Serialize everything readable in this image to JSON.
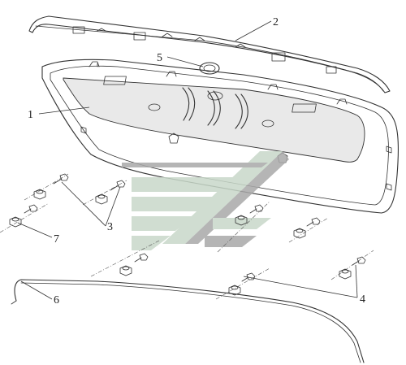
{
  "callouts": [
    {
      "id": "1",
      "label": "1"
    },
    {
      "id": "2",
      "label": "2"
    },
    {
      "id": "3",
      "label": "3"
    },
    {
      "id": "4",
      "label": "4"
    },
    {
      "id": "5",
      "label": "5"
    },
    {
      "id": "6",
      "label": "6"
    },
    {
      "id": "7",
      "label": "7"
    }
  ],
  "colors": {
    "line": "#333333",
    "panel_shade": "#e9e9e9",
    "watermark_light": "#c8d8c9",
    "watermark_dark": "#a9a9a9"
  },
  "watermark": {
    "kind": "logo-picture"
  }
}
